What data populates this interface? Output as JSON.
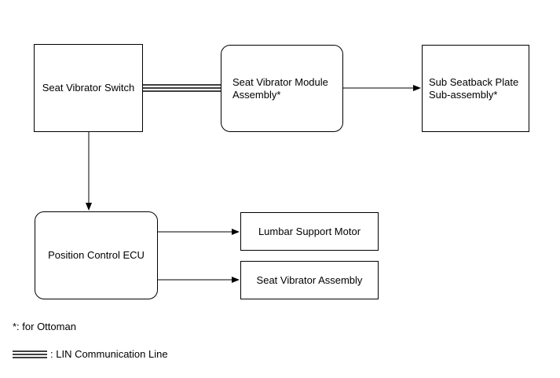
{
  "diagram": {
    "boxes": {
      "seat_vibrator_switch": "Seat Vibrator Switch",
      "seat_vibrator_module": "Seat Vibrator Module\nAssembly*",
      "sub_seatback_plate": "Sub Seatback Plate\nSub-assembly*",
      "position_control_ecu": "Position Control ECU",
      "lumbar_support_motor": "Lumbar Support Motor",
      "seat_vibrator_assembly": "Seat Vibrator Assembly"
    },
    "connections": [
      {
        "from": "Seat Vibrator Switch",
        "to": "Seat Vibrator Module Assembly*",
        "type": "LIN Communication Line"
      },
      {
        "from": "Seat Vibrator Module Assembly*",
        "to": "Sub Seatback Plate Sub-assembly*",
        "type": "arrow"
      },
      {
        "from": "Seat Vibrator Switch",
        "to": "Position Control ECU",
        "type": "arrow"
      },
      {
        "from": "Position Control ECU",
        "to": "Lumbar Support Motor",
        "type": "arrow"
      },
      {
        "from": "Position Control ECU",
        "to": "Seat Vibrator Assembly",
        "type": "arrow"
      }
    ]
  },
  "notes": {
    "ottoman": "*: for Ottoman",
    "lin_legend": ": LIN Communication Line"
  }
}
